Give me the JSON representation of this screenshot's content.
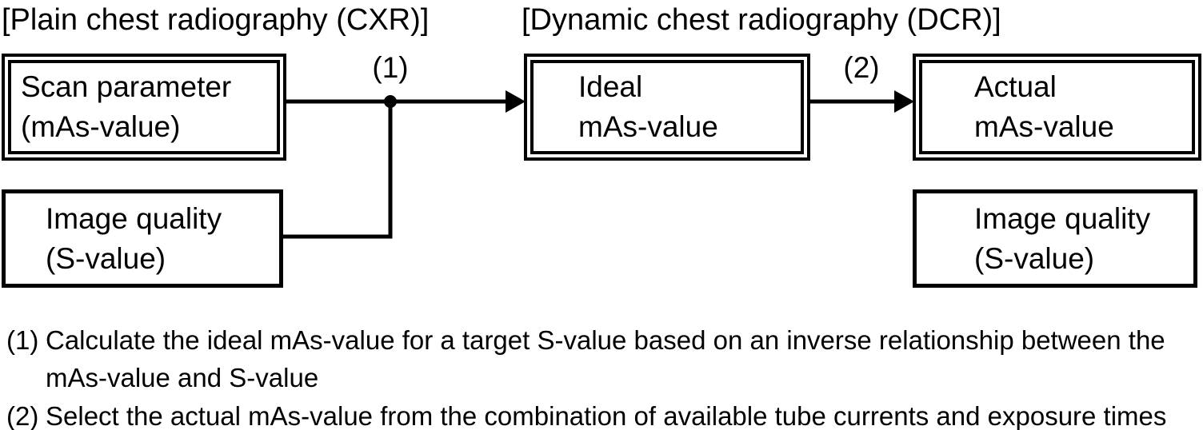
{
  "figure": {
    "colors": {
      "ink": "#000000",
      "background": "#ffffff"
    },
    "sections": {
      "cxr": "[Plain chest radiography (CXR)]",
      "dcr": "[Dynamic chest radiography (DCR)]"
    },
    "boxes": {
      "scan_parameter": {
        "line1": "Scan parameter",
        "line2": "(mAs-value)"
      },
      "image_quality_cxr": {
        "line1": "Image quality",
        "line2": "(S-value)"
      },
      "ideal_mas_value": {
        "line1": "Ideal",
        "line2": "mAs-value"
      },
      "actual_mas_value": {
        "line1": "Actual",
        "line2": "mAs-value"
      },
      "image_quality_dcr": {
        "line1": "Image quality",
        "line2": "(S-value)"
      }
    },
    "arrows": {
      "step1_label": "(1)",
      "step2_label": "(2)"
    },
    "footnotes": [
      {
        "marker": "(1)",
        "lines": [
          "Calculate the ideal mAs-value for a target S-value based on an inverse relationship between the",
          "mAs-value and S-value"
        ]
      },
      {
        "marker": "(2)",
        "lines": [
          "Select the actual mAs-value from the combination of available tube currents and exposure times"
        ]
      }
    ]
  }
}
